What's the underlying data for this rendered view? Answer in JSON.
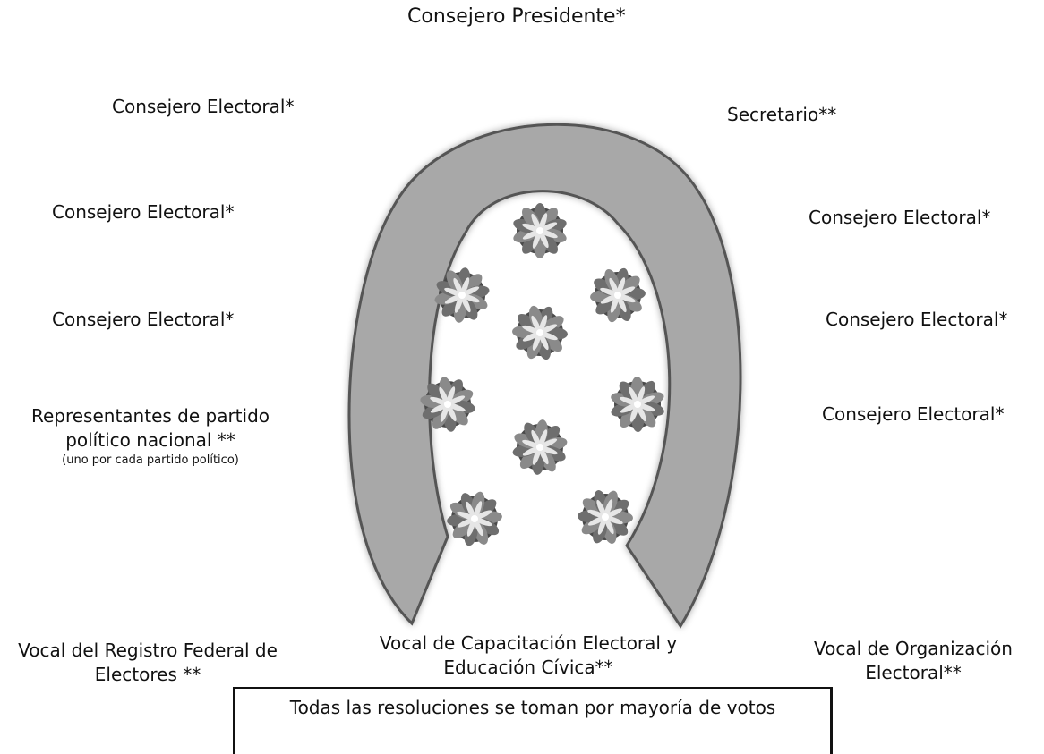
{
  "diagram": {
    "top": {
      "president": "Consejero Presidente*"
    },
    "left": {
      "consejero_1": "Consejero Electoral*",
      "consejero_2": "Consejero Electoral*",
      "consejero_3": "Consejero Electoral*",
      "representantes": "Representantes de partido político nacional **",
      "representantes_note": "(uno por cada partido político)",
      "vocal_registro": "Vocal del Registro Federal de Electores **"
    },
    "right": {
      "secretario": "Secretario**",
      "consejero_1": "Consejero Electoral*",
      "consejero_2": "Consejero Electoral*",
      "consejero_3": "Consejero Electoral*",
      "vocal_organizacion": "Vocal de Organización Electoral**"
    },
    "bottom": {
      "vocal_capacitacion": "Vocal de Capacitación Electoral y Educación Cívica**",
      "note": "Todas las resoluciones se toman por mayoría de votos"
    },
    "colors": {
      "table_fill": "#a8a8a8",
      "table_stroke": "#555555",
      "flower_dark": "#4a4a4a",
      "flower_mid": "#8a8a8a",
      "flower_light": "#e6e6e6"
    },
    "flower_icon": "flower-arrangement-icon"
  }
}
